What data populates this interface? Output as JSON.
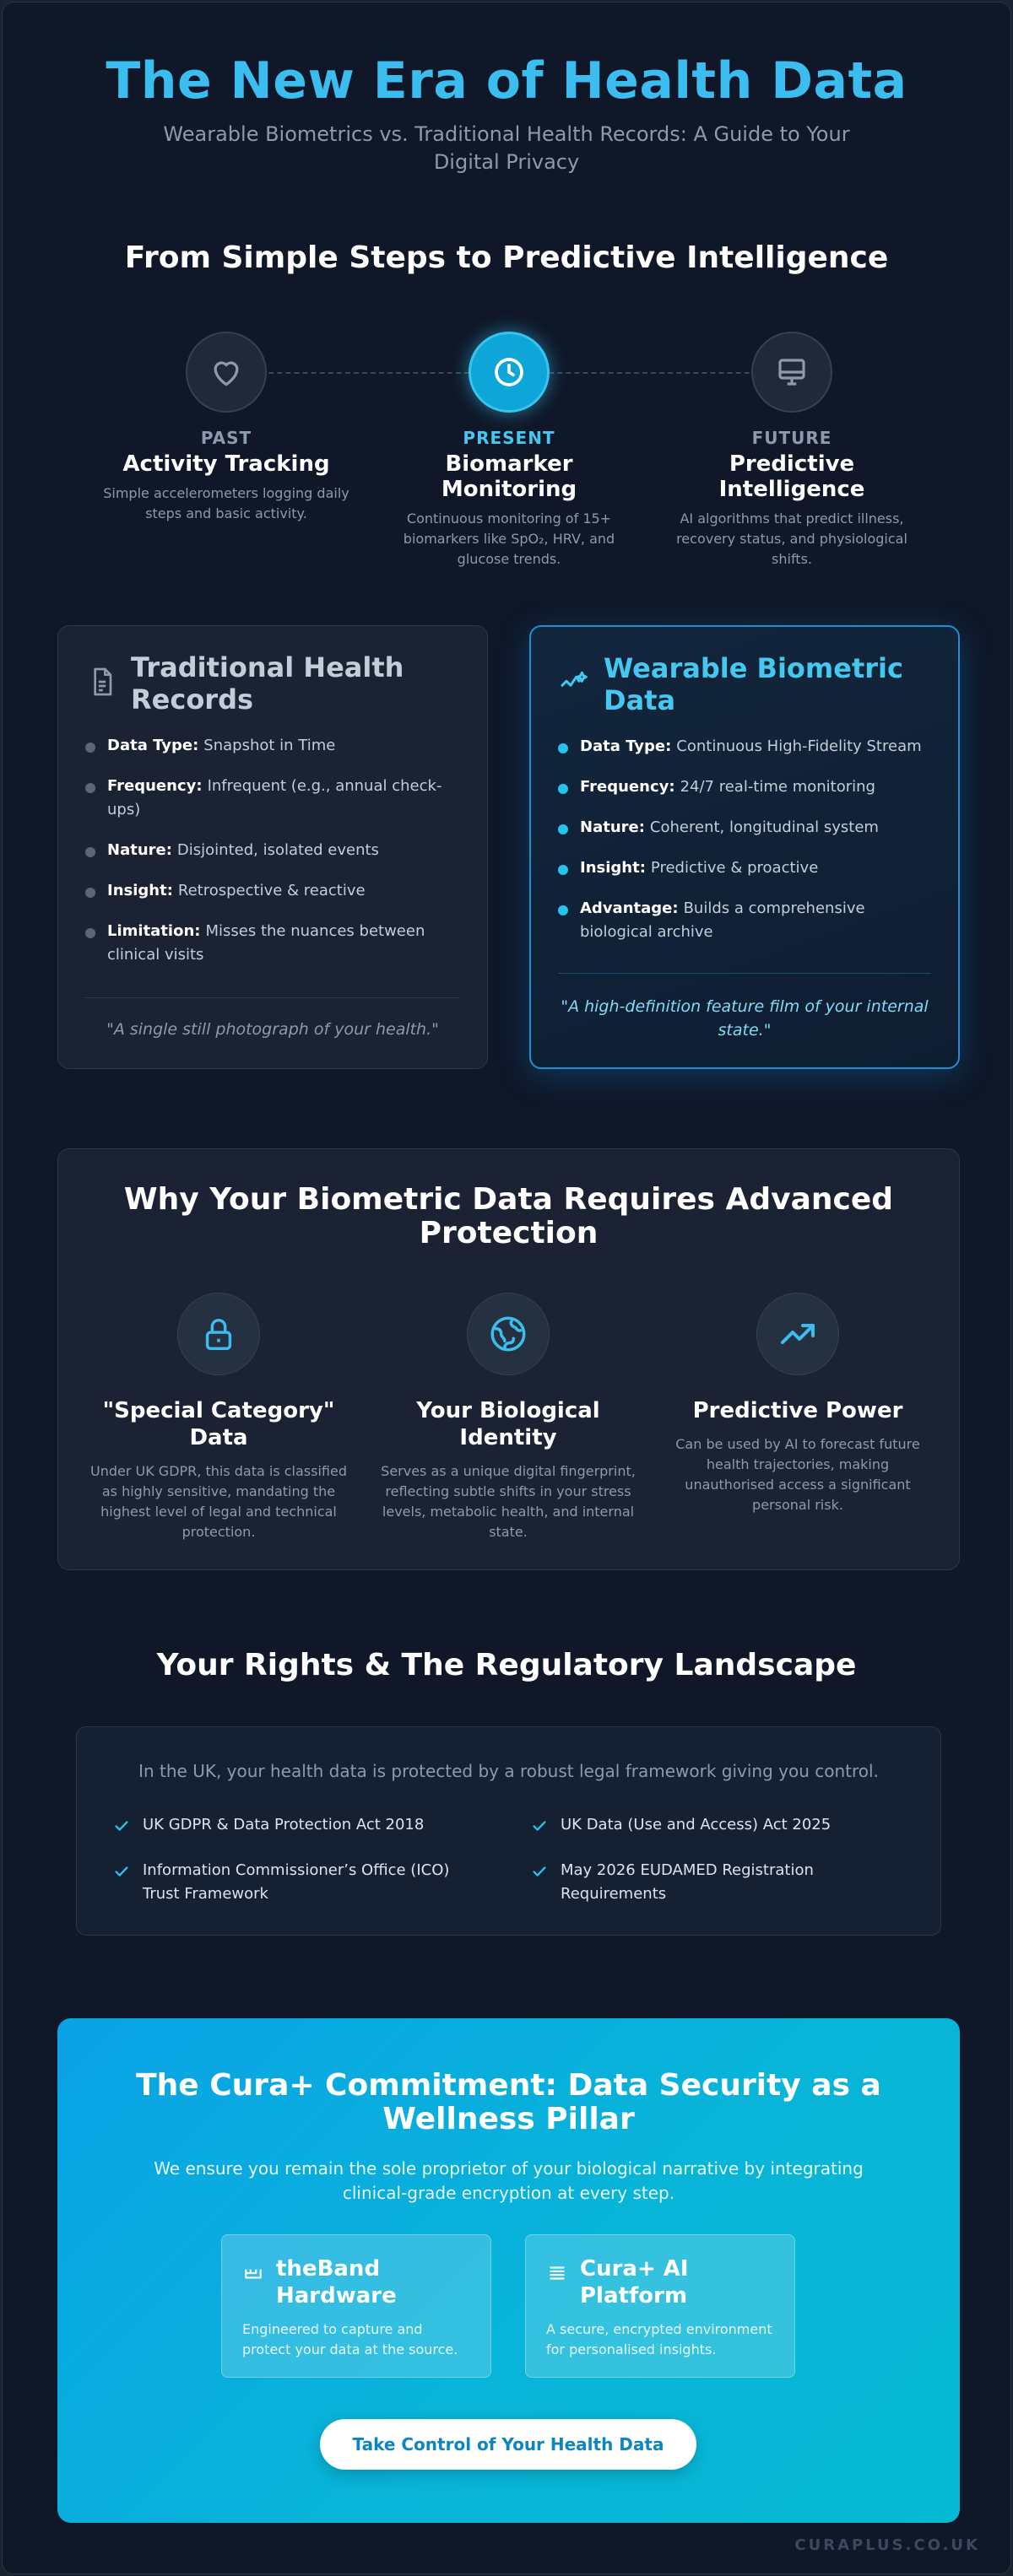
{
  "header": {
    "title": "The New Era of Health Data",
    "subtitle": "Wearable Biometrics vs. Traditional Health Records: A Guide to Your Digital Privacy"
  },
  "timeline": {
    "heading": "From Simple Steps to Predictive Intelligence",
    "items": [
      {
        "era": "PAST",
        "title": "Activity Tracking",
        "desc": "Simple accelerometers logging daily steps and basic activity.",
        "icon": "heart-icon"
      },
      {
        "era": "PRESENT",
        "title": "Biomarker Monitoring",
        "desc": "Continuous monitoring of 15+ biomarkers like SpO₂, HRV, and glucose trends.",
        "icon": "clock-icon"
      },
      {
        "era": "FUTURE",
        "title": "Predictive Intelligence",
        "desc": "AI algorithms that predict illness, recovery status, and physiological shifts.",
        "icon": "monitor-icon"
      }
    ]
  },
  "traditional": {
    "title": "Traditional Health Records",
    "icon": "document-icon",
    "items": [
      {
        "label": "Data Type:",
        "value": "Snapshot in Time"
      },
      {
        "label": "Frequency:",
        "value": "Infrequent (e.g., annual check-ups)"
      },
      {
        "label": "Nature:",
        "value": "Disjointed, isolated events"
      },
      {
        "label": "Insight:",
        "value": "Retrospective & reactive"
      },
      {
        "label": "Limitation:",
        "value": "Misses the nuances between clinical visits"
      }
    ],
    "quote": "\"A single still photograph of your health.\""
  },
  "wearable": {
    "title": "Wearable Biometric Data",
    "icon": "pulse-wave-icon",
    "items": [
      {
        "label": "Data Type:",
        "value": "Continuous High-Fidelity Stream"
      },
      {
        "label": "Frequency:",
        "value": "24/7 real-time monitoring"
      },
      {
        "label": "Nature:",
        "value": "Coherent, longitudinal system"
      },
      {
        "label": "Insight:",
        "value": "Predictive & proactive"
      },
      {
        "label": "Advantage:",
        "value": "Builds a comprehensive biological archive"
      }
    ],
    "quote": "\"A high-definition feature film of your internal state.\""
  },
  "protection": {
    "title": "Why Your Biometric Data Requires Advanced Protection",
    "features": [
      {
        "title": "\"Special Category\" Data",
        "desc": "Under UK GDPR, this data is classified as highly sensitive, mandating the highest level of legal and technical protection.",
        "icon": "lock-icon"
      },
      {
        "title": "Your Biological Identity",
        "desc": "Serves as a unique digital fingerprint, reflecting subtle shifts in your stress levels, metabolic health, and internal state.",
        "icon": "fingerprint-globe-icon"
      },
      {
        "title": "Predictive Power",
        "desc": "Can be used by AI to forecast future health trajectories, making unauthorised access a significant personal risk.",
        "icon": "trending-up-icon"
      }
    ]
  },
  "rights": {
    "heading": "Your Rights & The Regulatory Landscape",
    "intro": "In the UK, your health data is protected by a robust legal framework giving you control.",
    "items": [
      "UK GDPR & Data Protection Act 2018",
      "UK Data (Use and Access) Act 2025",
      "Information Commissioner’s Office (ICO) Trust Framework",
      "May 2026 EUDAMED Registration Requirements"
    ]
  },
  "cura": {
    "title": "The Cura+ Commitment: Data Security as a Wellness Pillar",
    "subtitle": "We ensure you remain the sole proprietor of your biological narrative by integrating clinical-grade encryption at every step.",
    "cards": [
      {
        "title": "theBand Hardware",
        "desc": "Engineered to capture and protect your data at the source.",
        "icon": "band-icon"
      },
      {
        "title": "Cura+ AI Platform",
        "desc": "A secure, encrypted environment for personalised insights.",
        "icon": "server-stack-icon"
      }
    ],
    "cta": "Take Control of Your Health Data"
  },
  "footer": {
    "brand": "CURAPLUS.CO.UK"
  },
  "colors": {
    "accent": "#3bbdf0",
    "background": "#0f1728",
    "card": "#1a2233",
    "cyan": "#22c5ee"
  }
}
